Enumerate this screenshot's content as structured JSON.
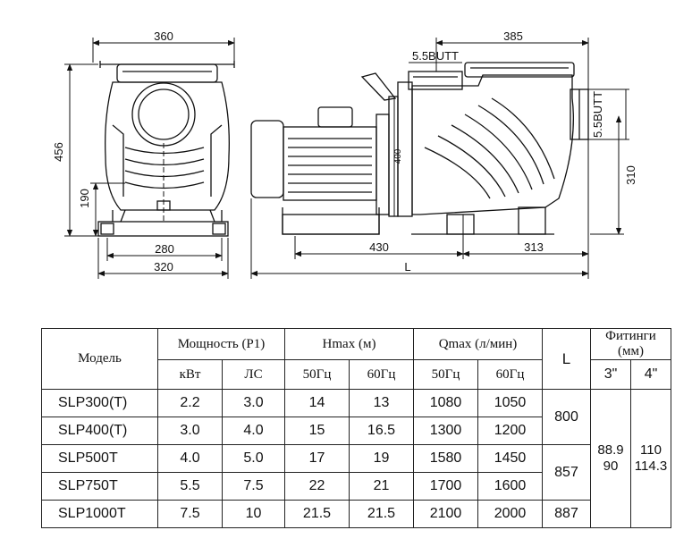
{
  "dimensions": {
    "front_width": "360",
    "front_height": "456",
    "front_axis_height": "190",
    "front_base_width": "280",
    "front_base_outer": "320",
    "side_top_width": "385",
    "inlet_thread_top": "5.5BUTT",
    "outlet_thread_side": "5.5BUTT",
    "motor_height": "400",
    "side_outlet_height": "310",
    "motor_length": "430",
    "pump_length": "313",
    "overall_length": "L"
  },
  "table": {
    "headers": {
      "model": "Модель",
      "power": "Мощность (P1)",
      "hmax": "Hmax (м)",
      "qmax": "Qmax (л/мин)",
      "length": "L",
      "fittings": "Фитинги (мм)"
    },
    "subheaders": {
      "kw": "кВт",
      "hp": "ЛС",
      "hmax_50": "50Гц",
      "hmax_60": "60Гц",
      "qmax_50": "50Гц",
      "qmax_60": "60Гц",
      "fit_3": "3\"",
      "fit_4": "4\""
    },
    "rows": [
      {
        "model": "SLP300(T)",
        "kw": "2.2",
        "hp": "3.0",
        "h50": "14",
        "h60": "13",
        "q50": "1080",
        "q60": "1050"
      },
      {
        "model": "SLP400(T)",
        "kw": "3.0",
        "hp": "4.0",
        "h50": "15",
        "h60": "16.5",
        "q50": "1300",
        "q60": "1200"
      },
      {
        "model": "SLP500T",
        "kw": "4.0",
        "hp": "5.0",
        "h50": "17",
        "h60": "19",
        "q50": "1580",
        "q60": "1450"
      },
      {
        "model": "SLP750T",
        "kw": "5.5",
        "hp": "7.5",
        "h50": "22",
        "h60": "21",
        "q50": "1700",
        "q60": "1600"
      },
      {
        "model": "SLP1000T",
        "kw": "7.5",
        "hp": "10",
        "h50": "21.5",
        "h60": "21.5",
        "q50": "2100",
        "q60": "2000"
      }
    ],
    "length_groups": [
      "800",
      "857",
      "887"
    ],
    "fittings": {
      "f3_line1": "88.9",
      "f3_line2": "90",
      "f4_line1": "110",
      "f4_line2": "114.3"
    }
  }
}
